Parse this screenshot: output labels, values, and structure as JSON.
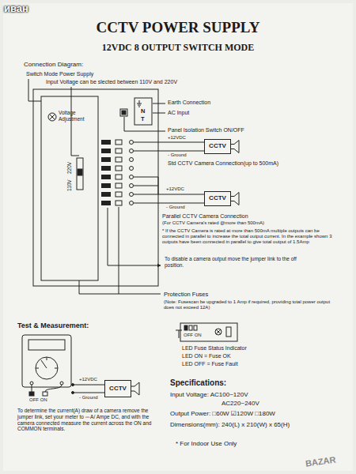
{
  "diagram": {
    "title": "CCTV POWER SUPPLY",
    "nodes": [
      {
        "text": [
          "CCTV"
        ]
      },
      {
        "text": [
          "CCTV"
        ]
      },
      {
        "text": [
          "CCTV"
        ]
      }
    ],
    "labels": [
      "12VDC 8 OUTPUT SWITCH MODE",
      "Connection Diagram:",
      "Switch Mode Power Supply",
      "Input Voltage can be slected between 110V and 220V",
      "Voltage Adjustment",
      "110V",
      "220V",
      "N",
      "T",
      "Earth Connection",
      "AC Input",
      "Panel Isolation Switch ON/OFF",
      "+12VDC",
      "- Ground",
      "Std CCTV Camera Connection(up to 500mA)",
      "+12VDC",
      "- Ground",
      "Parallel CCTV Camera Connection",
      "(For CCTV Camera's rated @more than 500mA)",
      "* If the CCTV Camera is rated at more than 500mA multiple outputs can be connected in parallel to increase the total output current. In the example shown 3 outputs have been connected in parallel to give total output of 1.5Amp",
      "To disable a camera output move the jumper link to the off position.",
      "Protection Fuses",
      "(Note: Fusescan be upgraded to 1 Amp if required, providing total power output does not exceed 12A)",
      "OFF ON",
      "LED Fuse Status Indicator",
      "LED ON = Fuse OK",
      "LED OFF = Fuse Fault",
      "Test & Measurement:",
      "OFF ON",
      "+12VDC",
      "- Ground",
      "To determine the current(A) draw of a camera remove the jumper link, set your meter to ⎓ A/ Ampe DC, and with the camera connected measure the current across the ON and COMMON terminals.",
      "Specifications:",
      "Input Voltage: AC100~120V",
      "AC220~240V",
      "Output Power: □60W ☑120W □180W",
      "Dimensions(mm): 240(L) x 210(W) x 65(H)",
      "* For Indoor Use Only",
      "иван",
      "BAZAR"
    ]
  }
}
